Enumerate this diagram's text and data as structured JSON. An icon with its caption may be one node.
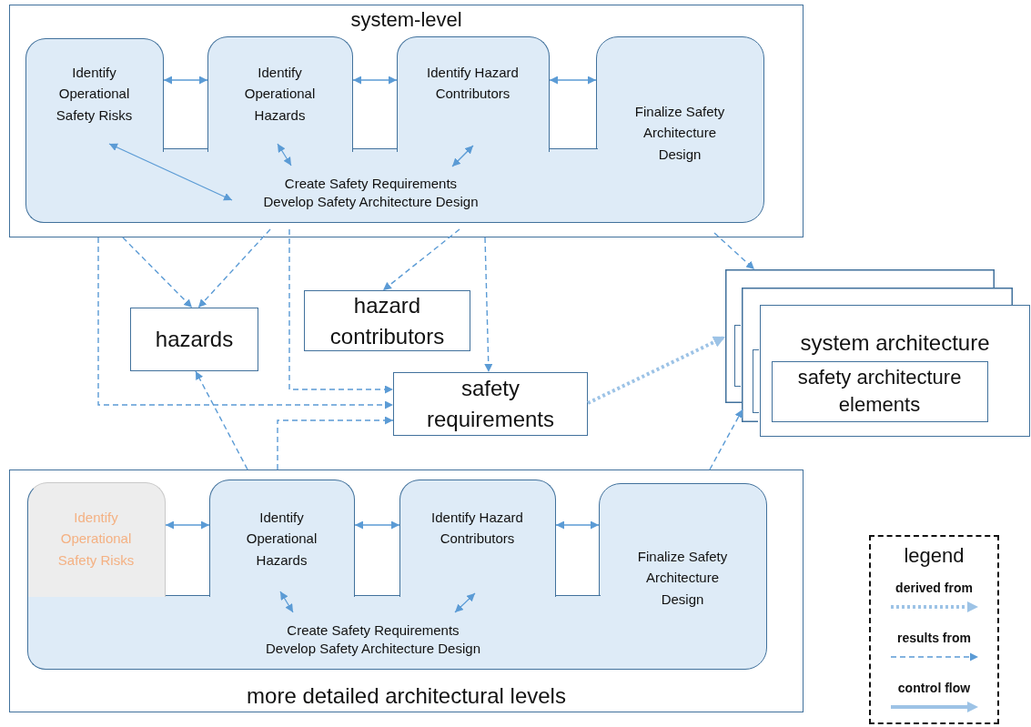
{
  "diagram": {
    "nodes": [
      {
        "text": [
          "system-level"
        ]
      },
      {
        "text": [
          "Identify Operational Safety Risks"
        ],
        "in": 0
      },
      {
        "text": [
          "Identify Operational Hazards"
        ],
        "in": 0
      },
      {
        "text": [
          "Identify Hazard Contributors"
        ],
        "in": 0
      },
      {
        "text": [
          "Finalize Safety Architecture Design"
        ],
        "in": 0
      },
      {
        "text": [
          "Create Safety Requirements",
          "Develop Safety Architecture Design"
        ],
        "in": 0
      },
      {
        "text": [
          "hazards"
        ]
      },
      {
        "text": [
          "hazard contributors"
        ]
      },
      {
        "text": [
          "safety requirements"
        ]
      },
      {
        "text": [],
        "shape": "box"
      },
      {
        "text": [],
        "shape": "box",
        "in": 9
      },
      {
        "text": [],
        "shape": "box"
      },
      {
        "text": [],
        "shape": "box",
        "in": 11
      },
      {
        "text": [
          "system architecture"
        ]
      },
      {
        "text": [
          "safety architecture elements"
        ],
        "in": 13
      },
      {
        "text": [
          "more detailed architectural levels"
        ]
      },
      {
        "text": [
          "Identify Operational Safety Risks"
        ],
        "in": 15
      },
      {
        "text": [
          "Identify Operational Hazards"
        ],
        "in": 15
      },
      {
        "text": [
          "Identify Hazard Contributors"
        ],
        "in": 15
      },
      {
        "text": [
          "Finalize Safety Architecture Design"
        ],
        "in": 15
      },
      {
        "text": [
          "Create Safety Requirements",
          "Develop Safety Architecture Design"
        ],
        "in": 15
      }
    ],
    "edges": [
      {
        "from": 1,
        "to": 2,
        "arrow": "both"
      },
      {
        "from": 2,
        "to": 3,
        "arrow": "both"
      },
      {
        "from": 3,
        "to": 4,
        "arrow": "both"
      },
      {
        "from": 1,
        "to": 5,
        "arrow": "both"
      },
      {
        "from": 2,
        "to": 5,
        "arrow": "both"
      },
      {
        "from": 3,
        "to": 5,
        "arrow": "both"
      },
      {
        "from": 0,
        "to": 6,
        "arrow": "to",
        "style": "dashed"
      },
      {
        "from": 0,
        "to": 6,
        "arrow": "to",
        "style": "dashed"
      },
      {
        "from": 0,
        "to": 8,
        "arrow": "to",
        "style": "dashed"
      },
      {
        "from": 0,
        "to": 8,
        "arrow": "to",
        "style": "dashed"
      },
      {
        "from": 0,
        "to": 7,
        "arrow": "to",
        "style": "dashed"
      },
      {
        "from": 0,
        "to": 8,
        "arrow": "to",
        "style": "dashed"
      },
      {
        "from": 0,
        "to": 9,
        "arrow": "to",
        "style": "dashed"
      },
      {
        "from": 8,
        "to": 9,
        "arrow": "to",
        "style": "dashed",
        "color": "#9dc3e6"
      },
      {
        "from": 15,
        "to": 6,
        "arrow": "to",
        "style": "dashed"
      },
      {
        "from": 15,
        "to": 8,
        "arrow": "to",
        "style": "dashed"
      },
      {
        "from": 15,
        "to": 11,
        "arrow": "to",
        "style": "dashed"
      },
      {
        "from": 16,
        "to": 17,
        "arrow": "both"
      },
      {
        "from": 17,
        "to": 18,
        "arrow": "both"
      },
      {
        "from": 18,
        "to": 19,
        "arrow": "both"
      },
      {
        "from": 17,
        "to": 20,
        "arrow": "both"
      },
      {
        "from": 18,
        "to": 20,
        "arrow": "both"
      }
    ],
    "labels": [
      "legend"
    ],
    "legend": [
      {
        "text": "derived from"
      },
      {
        "text": "results from"
      },
      {
        "text": "control flow"
      }
    ]
  }
}
